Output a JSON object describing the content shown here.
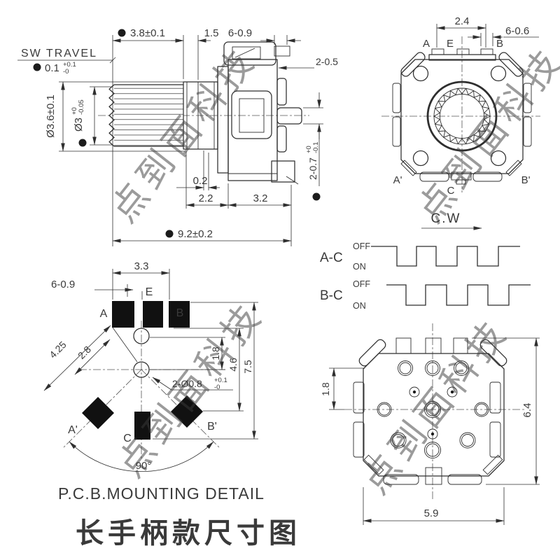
{
  "colors": {
    "line": "#2f2f2f",
    "accent_red": "#ff1a1a",
    "watermark_pink": "#ee8585",
    "pad_black": "#111111"
  },
  "watermark_text": "点到面科技",
  "footer": {
    "pcb_title": "P.C.B.MOUNTING DETAIL",
    "drawing_title": "长手柄款尺寸图"
  },
  "side_view": {
    "sw_travel_label": "SW TRAVEL",
    "sw_travel": {
      "value": "0.1",
      "tol_up": "+0.1",
      "tol_dn": "-0"
    },
    "shaft_length": "3.8±0.1",
    "collar_width": "1.5",
    "pin_width_top": "6-0.9",
    "tab_thickness": "2-0.5",
    "knurl_dia": "Ø3.6±0.1",
    "shaft_dia": {
      "value": "Ø3",
      "tol_up": "+0",
      "tol_dn": "-0.05"
    },
    "pin_thickness": {
      "value": "2-0.7",
      "tol_up": "+0",
      "tol_dn": "-0.1"
    },
    "dim_0_2": "0.2",
    "dim_2_2": "2.2",
    "dim_3_2": "3.2",
    "total_length": "9.2±0.2"
  },
  "top_view": {
    "pin_pitch": "2.4",
    "pin_width": "6-0.6",
    "pins": {
      "a": "A",
      "e": "E",
      "b": "B",
      "a2": "A'",
      "c": "C",
      "b2": "B'"
    }
  },
  "waveform": {
    "direction": "C.W",
    "ch1": "A-C",
    "ch2": "B-C",
    "off": "OFF",
    "on": "ON"
  },
  "pcb_detail": {
    "pad_span": "3.3",
    "pad_width": "6-0.9",
    "diag_outer": "4.25",
    "diag_inner": "2.8",
    "hole_pitch": "1.8",
    "dim_4_6": "4.6",
    "dim_7_5": "7.5",
    "holes": {
      "value": "2-Ø0.8",
      "tol_up": "+0.1",
      "tol_dn": "-0"
    },
    "angle": "90°",
    "pins": {
      "a": "A",
      "e": "E",
      "b": "B",
      "a2": "A'",
      "c": "C",
      "b2": "B'"
    }
  },
  "bottom_view": {
    "hole_offset": "1.8",
    "body_height": "6.4",
    "body_width": "5.9"
  }
}
